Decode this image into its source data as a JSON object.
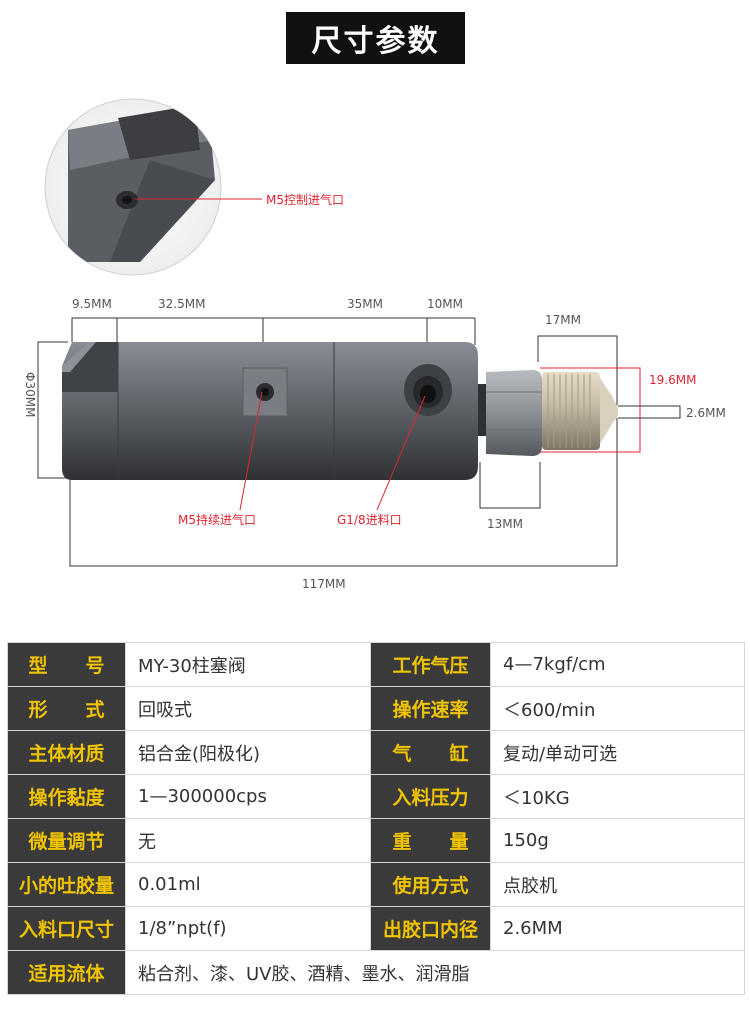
{
  "title": "尺寸参数",
  "callouts": {
    "control_inlet": "M5控制进气口",
    "continuous_inlet": "M5持续进气口",
    "material_inlet": "G1/8进料口"
  },
  "dimensions": {
    "d1": "9.5MM",
    "d2": "32.5MM",
    "d3": "35MM",
    "d4": "10MM",
    "d5": "17MM",
    "d6": "19.6MM",
    "d7": "2.6MM",
    "d8": "13MM",
    "d9": "117MM",
    "diameter": "Φ30MM"
  },
  "specs": {
    "r1": {
      "l1": "型　　号",
      "v1": "MY-30柱塞阀",
      "l2": "工作气压",
      "v2": "4—7kgf/cm"
    },
    "r2": {
      "l1": "形　　式",
      "v1": "回吸式",
      "l2": "操作速率",
      "v2": "＜600/min"
    },
    "r3": {
      "l1": "主体材质",
      "v1": "铝合金(阳极化)",
      "l2": "气　　缸",
      "v2": "复动/单动可选"
    },
    "r4": {
      "l1": "操作黏度",
      "v1": "1—300000cps",
      "l2": "入料压力",
      "v2": "＜10KG"
    },
    "r5": {
      "l1": "微量调节",
      "v1": "无",
      "l2": "重　　量",
      "v2": "150g"
    },
    "r6": {
      "l1": "小的吐胶量",
      "v1": "0.01ml",
      "l2": "使用方式",
      "v2": "点胶机"
    },
    "r7": {
      "l1": "入料口尺寸",
      "v1": "1/8”npt(f)",
      "l2": "出胶口内径",
      "v2": "2.6MM"
    },
    "r8": {
      "l1": "适用流体",
      "v1": "粘合剂、漆、UV胶、酒精、墨水、润滑脂"
    }
  },
  "colors": {
    "label_bg": "#3a3a3a",
    "label_text": "#f0c300",
    "callout": "#e0242f"
  }
}
